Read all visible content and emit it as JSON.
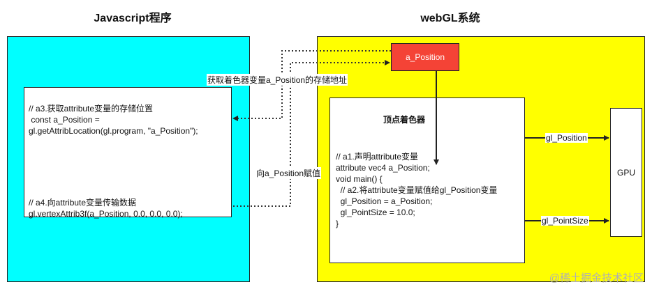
{
  "titles": {
    "javascript": "Javascript程序",
    "webgl": "webGL系统"
  },
  "js_code": {
    "line1": "// a3.获取attribute变量的存储位置",
    "line2": " const a_Position =",
    "line3": "gl.getAttribLocation(gl.program, \"a_Position\");",
    "line4": "// a4.向attribute变量传输数据",
    "line5": "gl.vertexAttrib3f(a_Position, 0.0, 0.0, 0.0);"
  },
  "a_position_box": "a_Position",
  "vertex_shader": {
    "title": "顶点着色器",
    "line1": "// a1.声明attribute变量",
    "line2": "attribute vec4 a_Position;",
    "line3": "void main() {",
    "line4": "  // a2.将attribute变量赋值给gl_Position变量",
    "line5": "  gl_Position = a_Position;",
    "line6": "  gl_PointSize = 10.0;",
    "line7": "}"
  },
  "gpu_label": "GPU",
  "edge_labels": {
    "get_location": "获取着色器变量a_Position的存储地址",
    "assign_value": "向a_Position赋值",
    "gl_position": "gl_Position",
    "gl_pointsize": "gl_PointSize"
  },
  "watermark": "@稀土掘金技术社区",
  "colors": {
    "js_panel": "#00ffff",
    "webgl_panel": "#ffff00",
    "a_position_box": "#f44336"
  }
}
